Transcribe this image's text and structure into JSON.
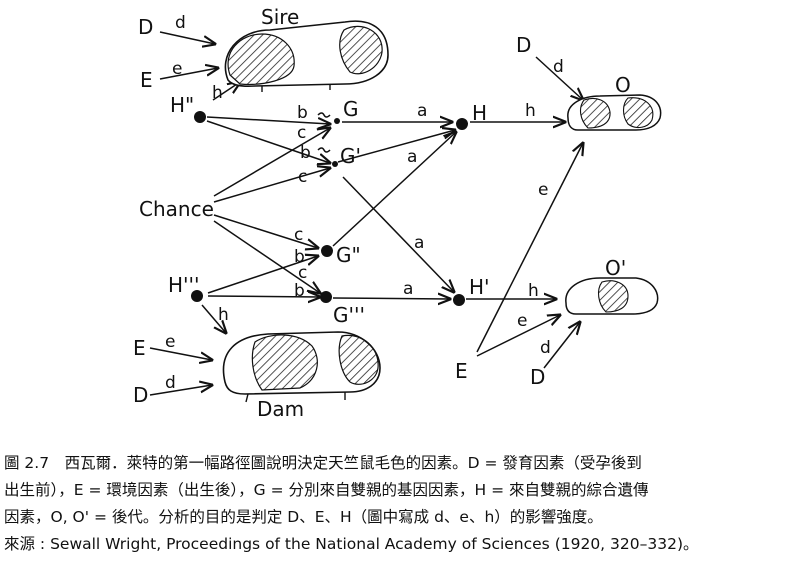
{
  "diagram": {
    "nodes": {
      "sire": "Sire",
      "dam": "Dam",
      "chance": "Chance",
      "h_sire": "H\"",
      "h_dam": "H'''",
      "g": "G",
      "g_prime": "G'",
      "g_double": "G\"",
      "g_triple": "G'''",
      "h": "H",
      "h_prime": "H'",
      "offspring": "O",
      "offspring_prime": "O'"
    },
    "factors": {
      "D": "D",
      "E": "E",
      "d": "d",
      "e": "e",
      "h": "h",
      "a": "a",
      "b": "b",
      "c": "c"
    }
  },
  "caption": {
    "line1": "圖 2.7　西瓦爾．萊特的第一幅路徑圖說明決定天竺鼠毛色的因素。D = 發育因素（受孕後到",
    "line2": "出生前），E = 環境因素（出生後），G = 分別來自雙親的基因因素，H = 來自雙親的綜合遺傳",
    "line3": "因素，O, O' = 後代。分析的目的是判定 D、E、H（圖中寫成 d、e、h）的影響強度。",
    "line4": "來源 : Sewall Wright, Proceedings of the National Academy of Sciences (1920, 320–332)。"
  }
}
